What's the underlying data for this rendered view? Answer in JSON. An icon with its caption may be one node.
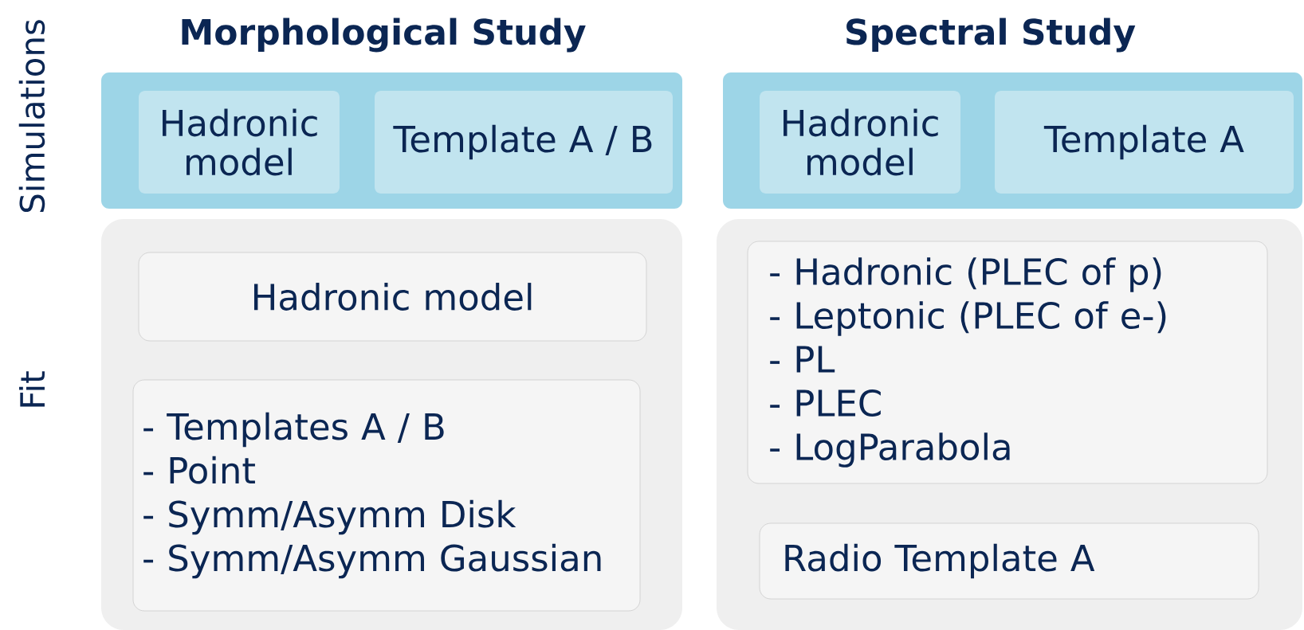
{
  "diagram": {
    "nodes": [
      {
        "text": [],
        "shape": "box"
      },
      {
        "text": [
          "Hadronic model"
        ],
        "in": 0
      },
      {
        "text": [
          "Template A / B"
        ],
        "in": 0
      },
      {
        "text": [],
        "shape": "box"
      },
      {
        "text": [
          "Hadronic model"
        ],
        "in": 3
      },
      {
        "text": [
          "Template A"
        ],
        "in": 3
      },
      {
        "text": [],
        "shape": "box"
      },
      {
        "text": [
          "Hadronic model"
        ],
        "in": 6
      },
      {
        "text": [
          "- Templates A / B",
          "- Point",
          "- Symm/Asymm Disk",
          "- Symm/Asymm Gaussian"
        ],
        "in": 6
      },
      {
        "text": [],
        "shape": "box"
      },
      {
        "text": [
          "- Hadronic (PLEC of p)",
          "- Leptonic (PLEC of e-)",
          "- PL",
          "- PLEC",
          "- LogParabola"
        ],
        "in": 9
      },
      {
        "text": [
          "Radio Template A"
        ],
        "in": 9
      }
    ],
    "labels": [
      "Morphological Study",
      "Spectral Study",
      "Simulations",
      "Fit"
    ]
  }
}
